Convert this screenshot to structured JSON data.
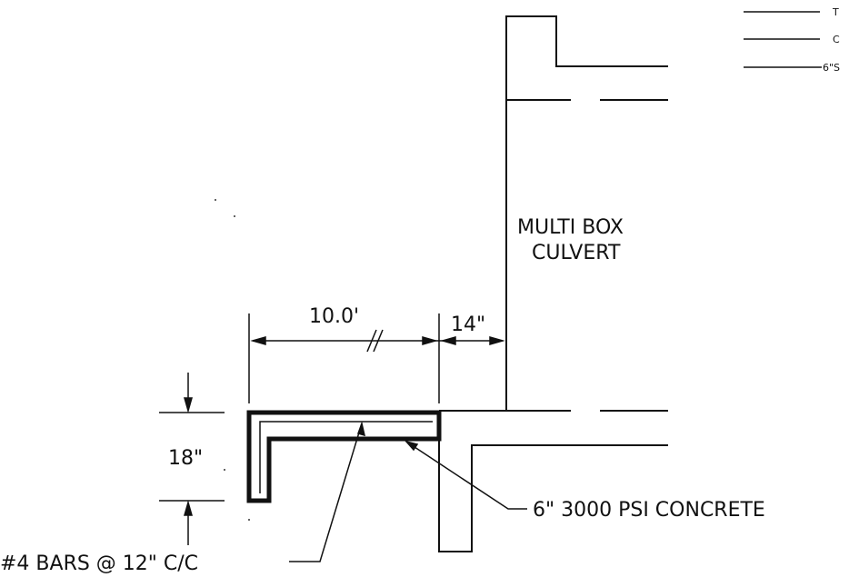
{
  "labels": {
    "culvert_line1": "MULTI BOX",
    "culvert_line2": "CULVERT",
    "dim_length": "10.0'",
    "dim_offset": "14\"",
    "dim_depth": "18\"",
    "concrete_note": "6\" 3000 PSI CONCRETE",
    "rebar_note": "#4 BARS @ 12\" C/C",
    "legend_1": "T",
    "legend_2": "C",
    "legend_3": "6\"S"
  }
}
